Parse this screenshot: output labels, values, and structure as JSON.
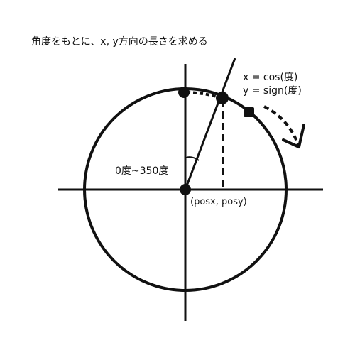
{
  "title": "角度をもとに、x, y方向の長さを求める",
  "formula": {
    "x": "x = cos(度)",
    "y": "y = sign(度)"
  },
  "angle_label": "0度~350度",
  "origin_label": "(posx, posy)",
  "colors": {
    "ink": "#111111",
    "background": "#ffffff"
  }
}
